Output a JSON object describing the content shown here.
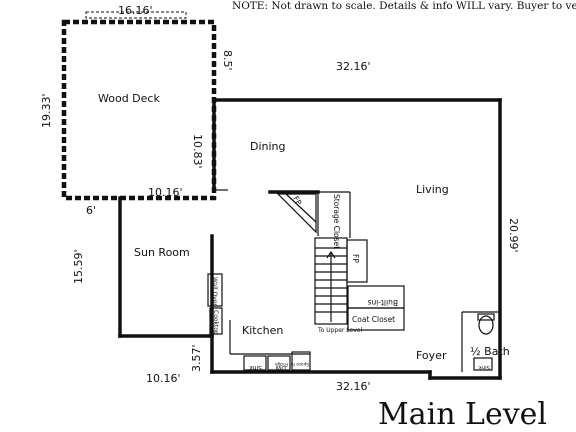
{
  "note": "NOTE: Not drawn to scale.  Details & info WILL vary.  Buyer to verify.",
  "title": "Main Level",
  "rooms": {
    "wood_deck": "Wood Deck",
    "dining": "Dining",
    "living": "Living",
    "sun_room": "Sun Room",
    "kitchen": "Kitchen",
    "foyer": "Foyer",
    "half_bath": "½ Bath",
    "storage_closet": "Storage Closet",
    "coat_closet": "Coat Closet",
    "built_ins": "Built-ins",
    "fp_upper": "FP",
    "fp_lower": "FP"
  },
  "fixtures": {
    "wall_oven": "Wall Oven",
    "cooktop": "Cooktop",
    "sink": "Sink",
    "dw": "DW",
    "fridge": "Space for Fridge",
    "bath_sink": "Sink",
    "stairs": "To Upper Level"
  },
  "dimensions": {
    "deck_top": "16.16'",
    "deck_right_upper": "8.5'",
    "deck_left": "19.33'",
    "deck_right_lower": "10.83'",
    "deck_bottom": "10.16'",
    "deck_small": "6'",
    "main_top": "32.16'",
    "main_right": "20.99'",
    "sunroom_left": "15.59'",
    "step": "3.57'",
    "bottom_left": "10.16'",
    "bottom_main": "32.16'"
  }
}
